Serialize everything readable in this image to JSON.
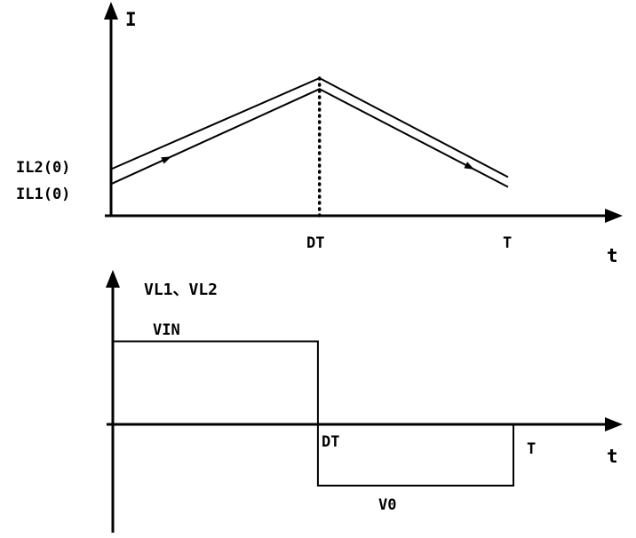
{
  "chart_data": [
    {
      "type": "line",
      "xlabel": "t",
      "ylabel": "I",
      "x_ticks": [
        {
          "label": "DT",
          "x": 0.525
        },
        {
          "label": "T",
          "x": 1.0
        }
      ],
      "series": [
        {
          "name": "IL2",
          "start_label": "IL2(0)",
          "points": [
            [
              0,
              0.235
            ],
            [
              0.525,
              0.695
            ],
            [
              1.0,
              0.195
            ]
          ]
        },
        {
          "name": "IL1",
          "start_label": "IL1(0)",
          "points": [
            [
              0,
              0.16
            ],
            [
              0.525,
              0.64
            ],
            [
              1.0,
              0.145
            ]
          ]
        }
      ],
      "markers": {
        "dotted_line": {
          "x": 0.525,
          "y_top": 0.695
        }
      },
      "ylim": [
        0,
        1
      ],
      "grid": "off",
      "legend": "none"
    },
    {
      "type": "line",
      "xlabel": "t",
      "ylabel": "VL1、VL2",
      "x_ticks": [
        {
          "label": "DT",
          "x": 0.512
        },
        {
          "label": "T",
          "x": 1.0
        }
      ],
      "series": [
        {
          "name": "VL1、VL2",
          "points": [
            [
              0,
              0.55
            ],
            [
              0.512,
              0.55
            ],
            [
              0.512,
              -0.406
            ],
            [
              1.0,
              -0.406
            ],
            [
              1.0,
              0
            ]
          ]
        }
      ],
      "levels": [
        {
          "label": "VIN",
          "value": 0.55
        },
        {
          "label": "V0",
          "value": -0.406
        }
      ],
      "ylim": [
        -1,
        1
      ],
      "grid": "off",
      "legend": "none"
    }
  ]
}
